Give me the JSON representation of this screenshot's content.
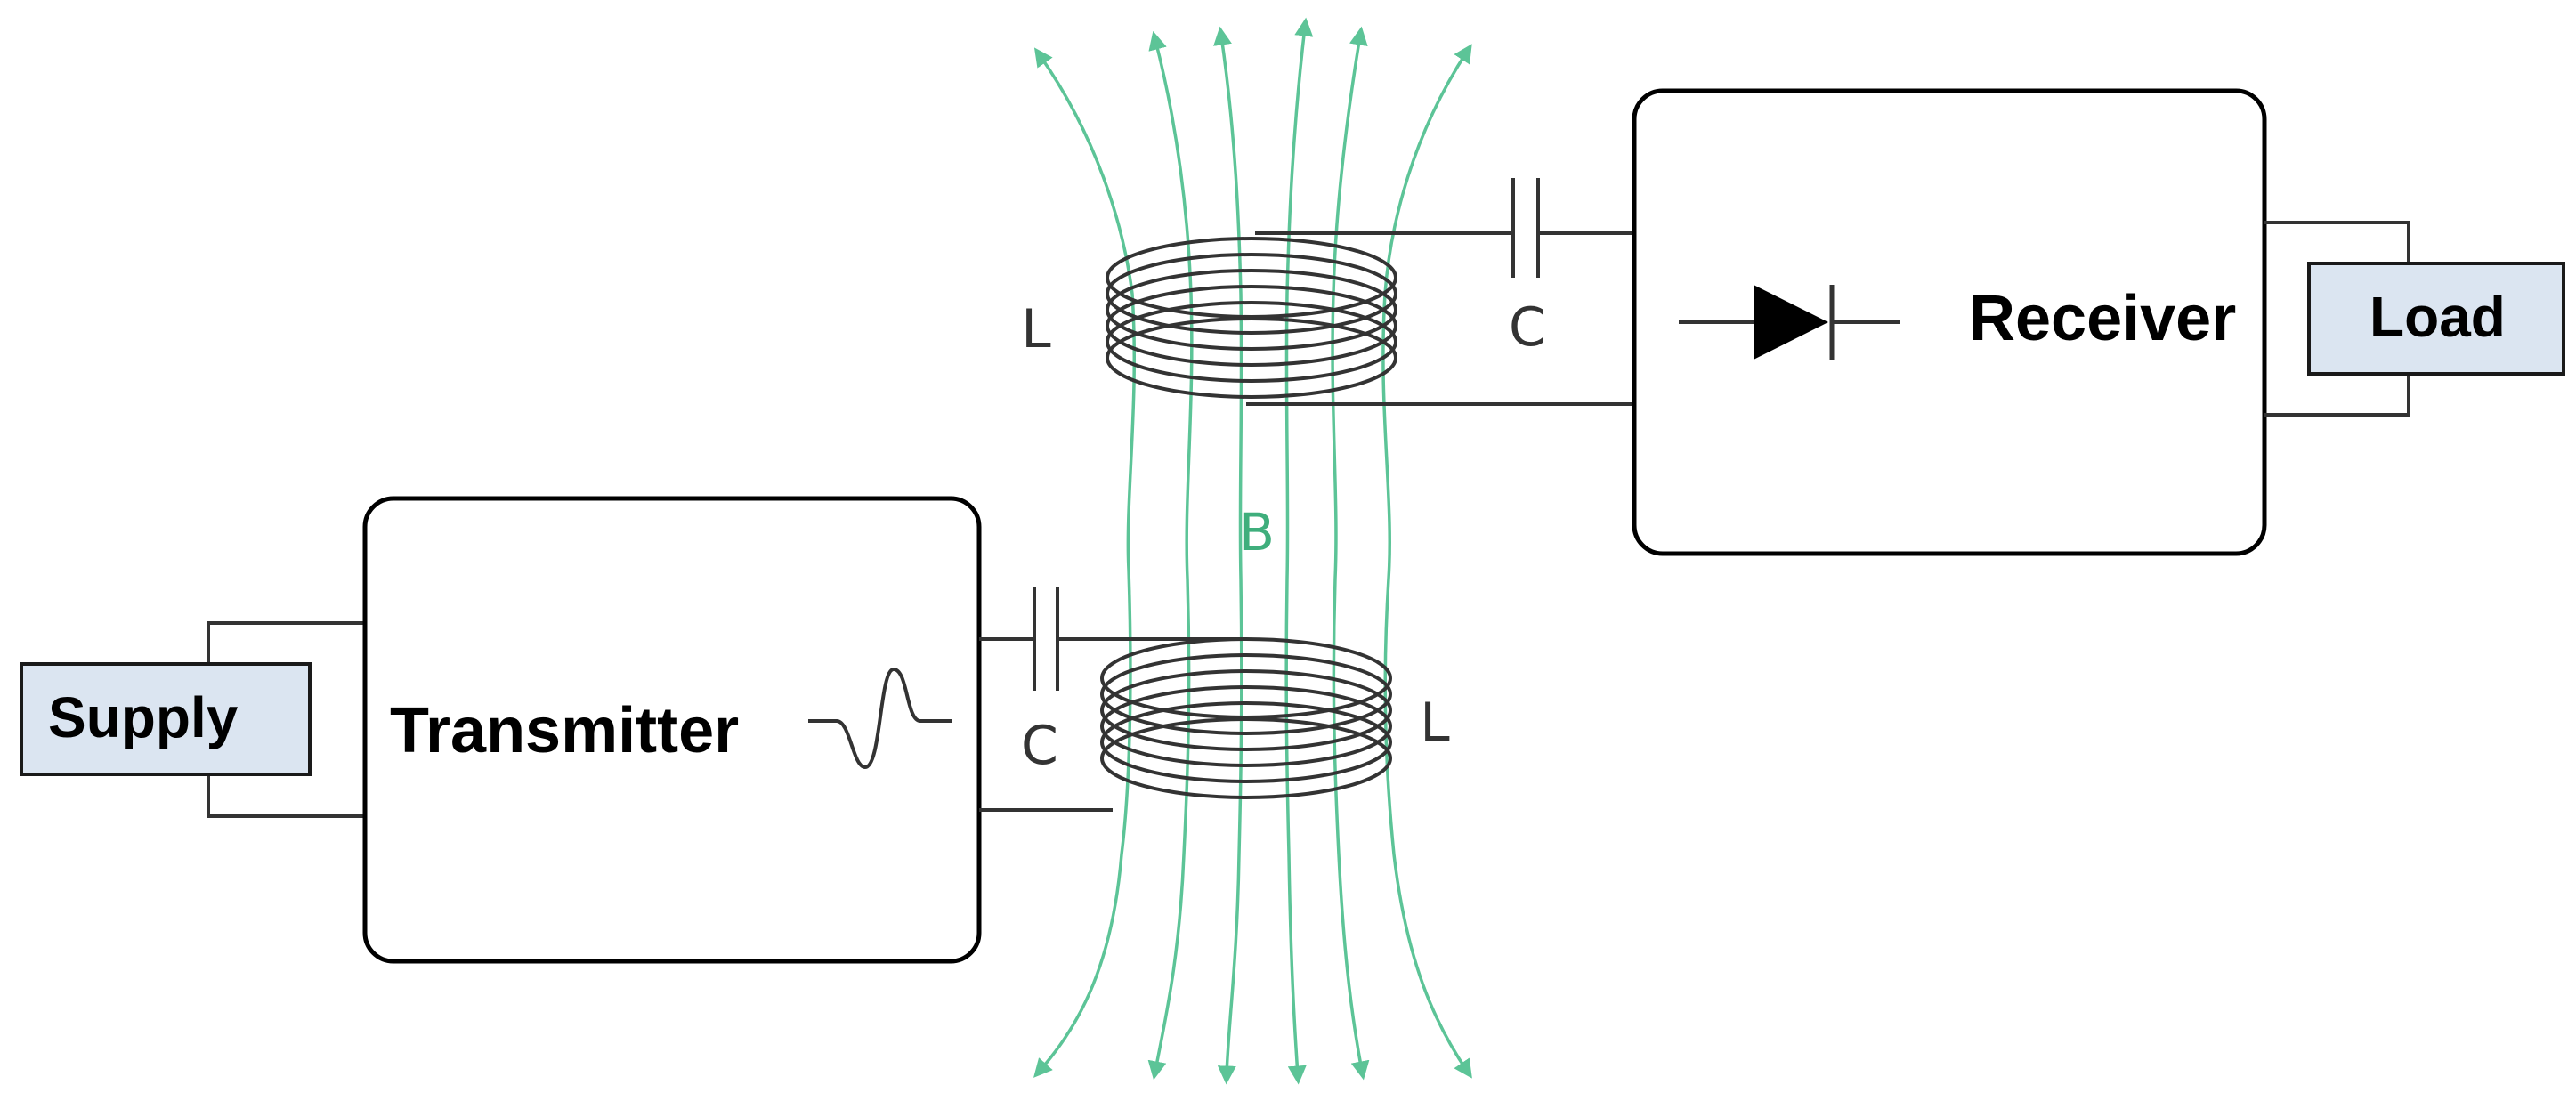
{
  "labels": {
    "supply": "Supply",
    "transmitter": "Transmitter",
    "receiver": "Receiver",
    "load": "Load",
    "field": "B",
    "tx_capacitor": "C",
    "tx_inductor": "L",
    "rx_capacitor": "C",
    "rx_inductor": "L"
  },
  "colors": {
    "field_lines": "#5cc497",
    "terminal_fill": "#dbe5f1",
    "wire": "#333333"
  },
  "icons": {
    "signal": "sine-pulse-icon",
    "rectifier": "diode-icon"
  }
}
